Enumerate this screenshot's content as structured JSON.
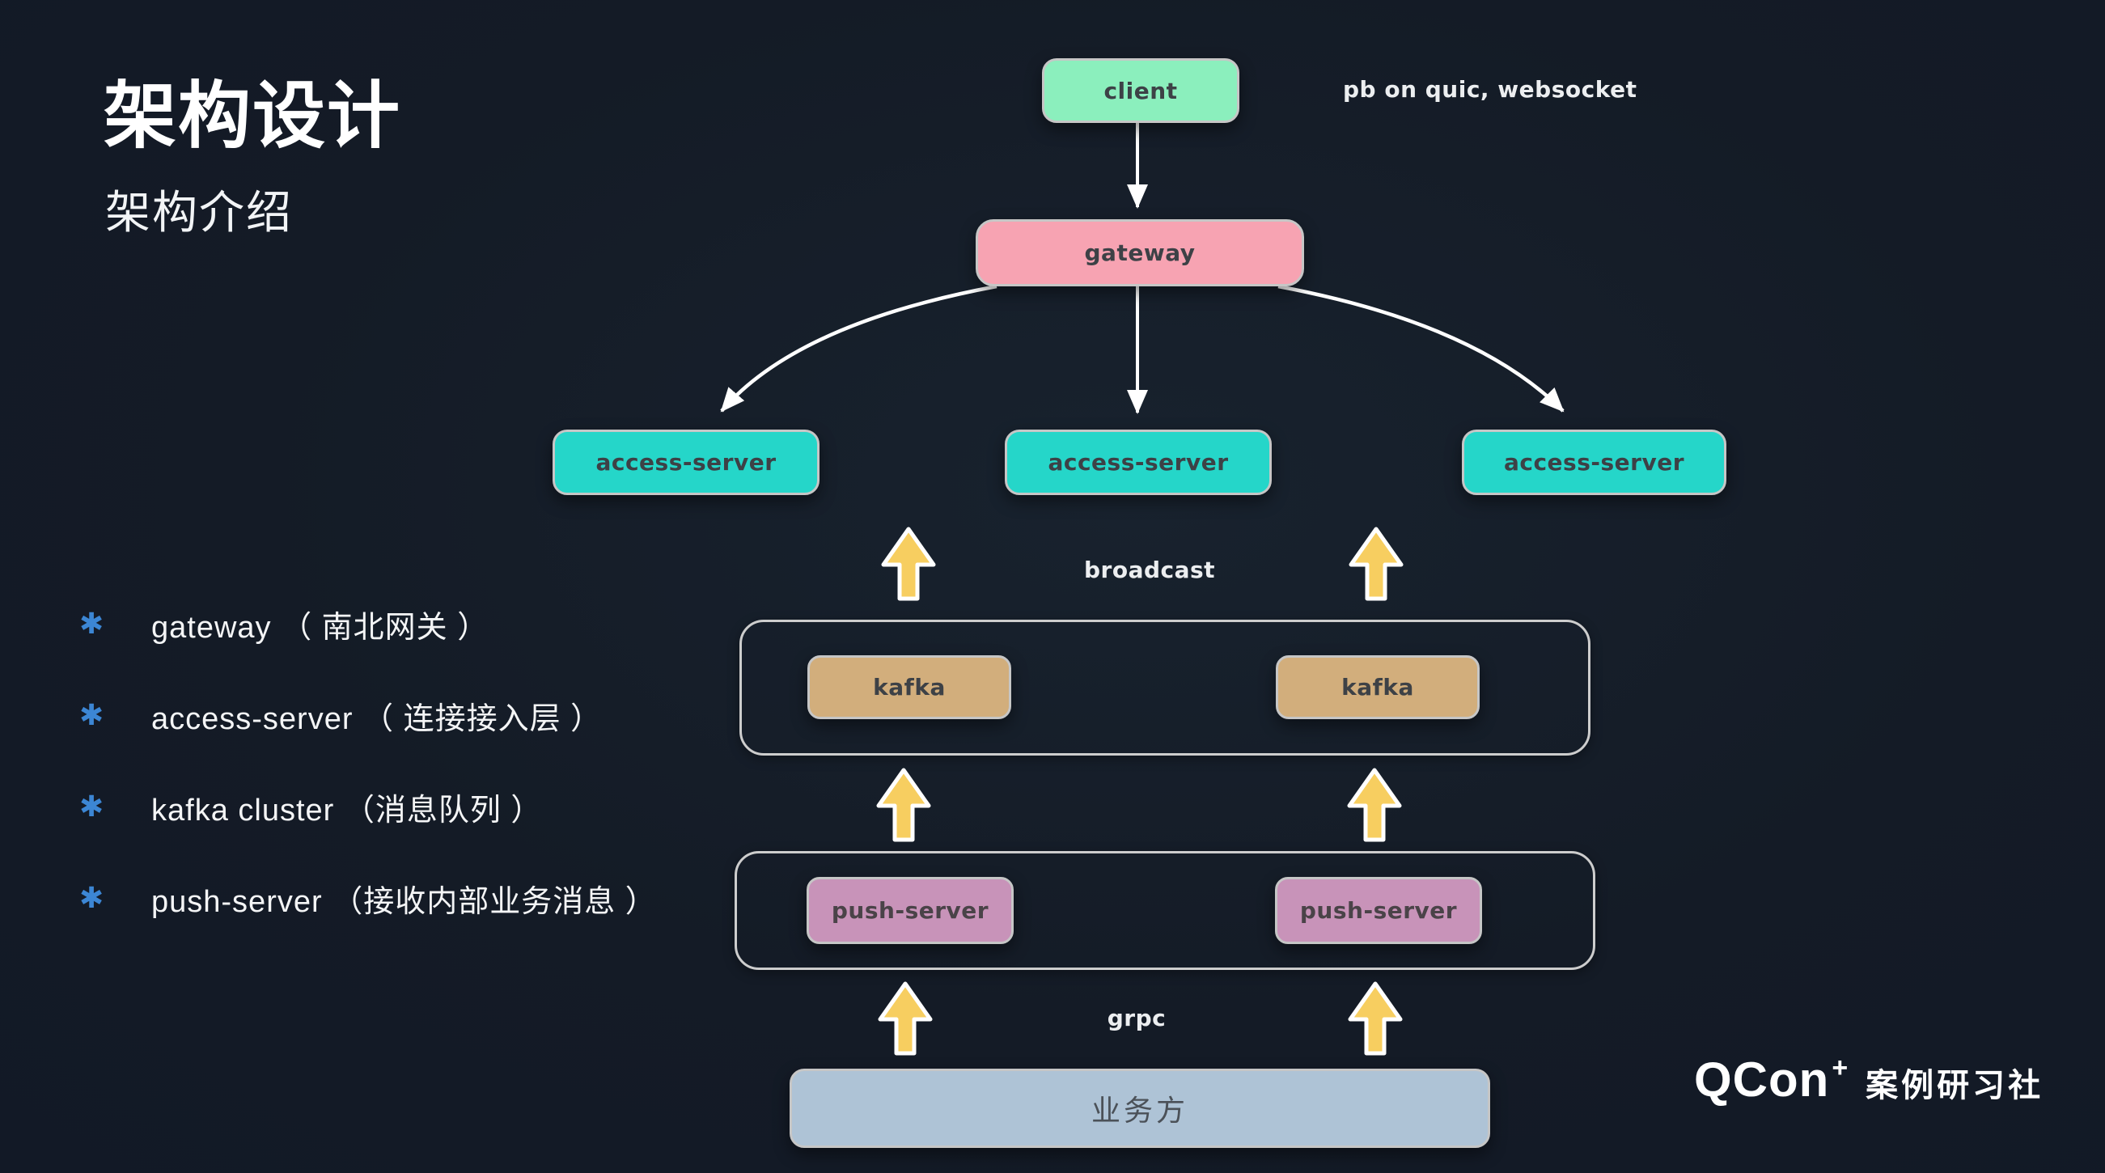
{
  "slide": {
    "title": "架构设计",
    "subtitle": "架构介绍"
  },
  "annotations": {
    "protocol": "pb on quic, websocket",
    "broadcast": "broadcast",
    "grpc": "grpc"
  },
  "nodes": {
    "client": "client",
    "gateway": "gateway",
    "access_server": "access-server",
    "kafka": "kafka",
    "push_server": "push-server",
    "business": "业务方"
  },
  "bullets": {
    "marker": "✱",
    "items": [
      {
        "label": "gateway （ 南北网关 ）"
      },
      {
        "label": "access-server （ 连接接入层 ）"
      },
      {
        "label": "kafka cluster （消息队列 ）"
      },
      {
        "label": "push-server （接收内部业务消息 ）"
      }
    ]
  },
  "logo": {
    "brand": "QCon",
    "plus": "+",
    "name": "案例研习社"
  },
  "colors": {
    "background": "#141b26",
    "client_green": "#8BEFBD",
    "gateway_pink": "#F7A3B2",
    "access_teal": "#25D6C9",
    "kafka_tan": "#D2AE7C",
    "push_mauve": "#C893B9",
    "business_blue": "#AEC3D6",
    "arrow_yellow": "#F7CE60",
    "marker_blue": "#3C86D4",
    "connector_white": "#FFFFFF"
  }
}
